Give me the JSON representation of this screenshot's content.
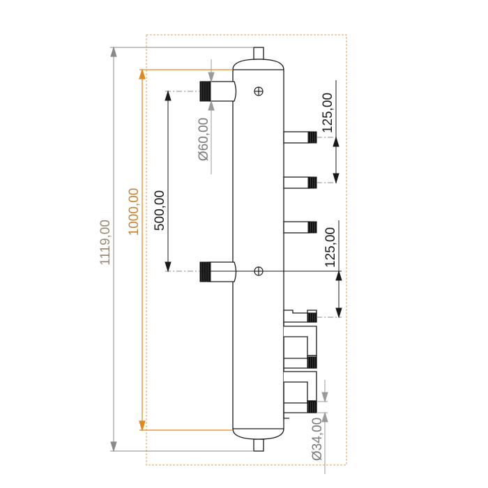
{
  "dimensions": {
    "overall_height": "1119,00",
    "connection_span": "1000,00",
    "primary_spacing": "500,00",
    "outlet_spacing_top": "125,00",
    "outlet_spacing_mid": "125,00",
    "primary_diameter": "Ø60,00",
    "outlet_diameter": "Ø34,00"
  },
  "colors": {
    "outline": "#1a1a1a",
    "dimension_line": "#7a7a7a",
    "highlight_dimension": "#e08a1e",
    "bounding_box": "#e8a050",
    "thread": "#111111"
  }
}
